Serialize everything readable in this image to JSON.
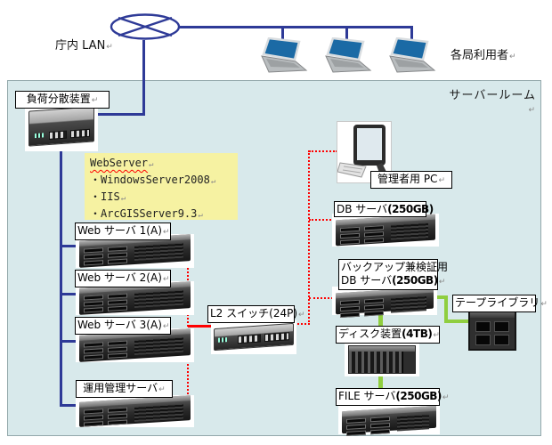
{
  "diagram": {
    "return_mark": "↵",
    "lan": {
      "label": "庁内 LAN",
      "icon": "network-node-icon"
    },
    "users": {
      "label": "各局利用者",
      "laptop_count": 3,
      "icon": "laptop-icon"
    },
    "server_room": {
      "label": "サーバールーム"
    },
    "load_balancer": {
      "label": "負荷分散装置",
      "icon": "load-balancer-icon"
    },
    "note": {
      "title": "WebServer",
      "items": [
        "・WindowsServer2008",
        "・IIS",
        "・ArcGISServer9.3"
      ]
    },
    "web_servers": [
      {
        "label": "Web サーバ 1(A)",
        "icon": "rack-server-icon"
      },
      {
        "label": "Web サーバ 2(A)",
        "icon": "rack-server-icon"
      },
      {
        "label": "Web サーバ 3(A)",
        "icon": "rack-server-icon"
      }
    ],
    "ops_server": {
      "label": "運用管理サーバ",
      "icon": "rack-server-icon"
    },
    "l2_switch": {
      "label": "L2 スイッチ(24P)",
      "icon": "switch-icon"
    },
    "admin_pc": {
      "label": "管理者用 PC",
      "icon": "desktop-pc-icon"
    },
    "db_server": {
      "name": "DB サーバ",
      "capacity": "(250GB)",
      "icon": "rack-server-icon"
    },
    "backup_db_server": {
      "line1": "バックアップ兼検証用",
      "name": "DB サーバ",
      "capacity": "(250GB)",
      "icon": "rack-server-icon"
    },
    "tape_library": {
      "label": "テープライブラリ",
      "icon": "tape-library-icon"
    },
    "disk_device": {
      "name": "ディスク装置",
      "capacity": "(4TB)",
      "icon": "disk-array-icon"
    },
    "file_server": {
      "name": "FILE サーバ",
      "capacity": "(250GB)",
      "icon": "rack-server-icon"
    },
    "colors": {
      "line_blue": "#2e3a97",
      "line_red": "#ff0000",
      "line_green": "#8fce3f",
      "note_bg": "#f6f2a2",
      "room_bg": "#d8e9eb"
    }
  }
}
